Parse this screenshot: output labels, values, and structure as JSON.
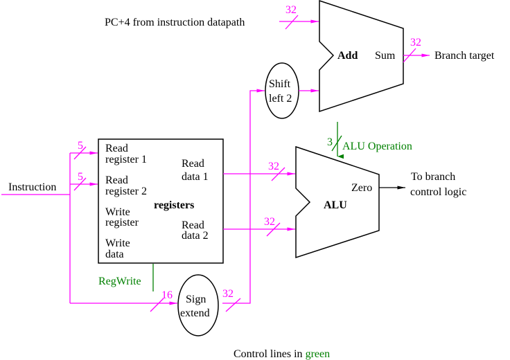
{
  "colors": {
    "datapath": "#ff00ff",
    "control": "#008000",
    "component": "#000000"
  },
  "inputs": {
    "pc4_label": "PC+4 from instruction datapath",
    "instruction_label": "Instruction"
  },
  "adder": {
    "label": "Add",
    "output_label": "Sum",
    "output_width": "32",
    "input_width": "32",
    "output_dest": "Branch target"
  },
  "shift": {
    "line1": "Shift",
    "line2": "left 2"
  },
  "registers": {
    "title": "registers",
    "read_reg1": [
      "Read",
      "register 1"
    ],
    "read_reg2": [
      "Read",
      "register 2"
    ],
    "write_reg": [
      "Write",
      "register"
    ],
    "write_data": [
      "Write",
      "data"
    ],
    "read_data1": [
      "Read",
      "data 1"
    ],
    "read_data2": [
      "Read",
      "data 2"
    ],
    "rr1_width": "5",
    "rr2_width": "5"
  },
  "alu": {
    "label": "ALU",
    "zero_label": "Zero",
    "in1_width": "32",
    "in2_width": "32",
    "op_width": "3",
    "op_label": "ALU Operation",
    "dest": [
      "To branch",
      "control logic"
    ]
  },
  "sign_extend": {
    "line1": "Sign",
    "line2": "extend",
    "in_width": "16",
    "out_width": "32"
  },
  "control": {
    "regwrite_label": "RegWrite"
  },
  "caption": {
    "prefix": "Control lines in ",
    "colored": "green"
  }
}
